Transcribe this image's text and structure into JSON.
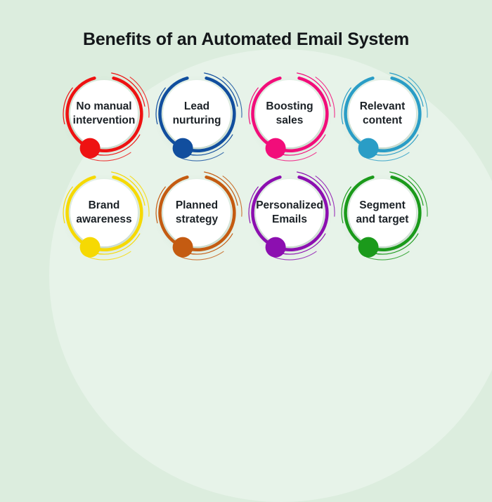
{
  "title": "Benefits of an Automated Email System",
  "theme": {
    "background": "#dcedde",
    "blob": "#e7f3e9",
    "title_color": "#14171a",
    "text_color": "#1c2227",
    "circle_fill": "#ffffff"
  },
  "items": [
    {
      "label": "No manual intervention",
      "color": "#ee1212"
    },
    {
      "label": "Lead nurturing",
      "color": "#114e9e"
    },
    {
      "label": "Boosting sales",
      "color": "#f20d7a"
    },
    {
      "label": "Relevant content",
      "color": "#2a9dc6"
    },
    {
      "label": "Brand awareness",
      "color": "#f6d903"
    },
    {
      "label": "Planned strategy",
      "color": "#c45b11"
    },
    {
      "label": "Personalized Emails",
      "color": "#8c0fb0"
    },
    {
      "label": "Segment and target",
      "color": "#1b9a1b"
    }
  ]
}
